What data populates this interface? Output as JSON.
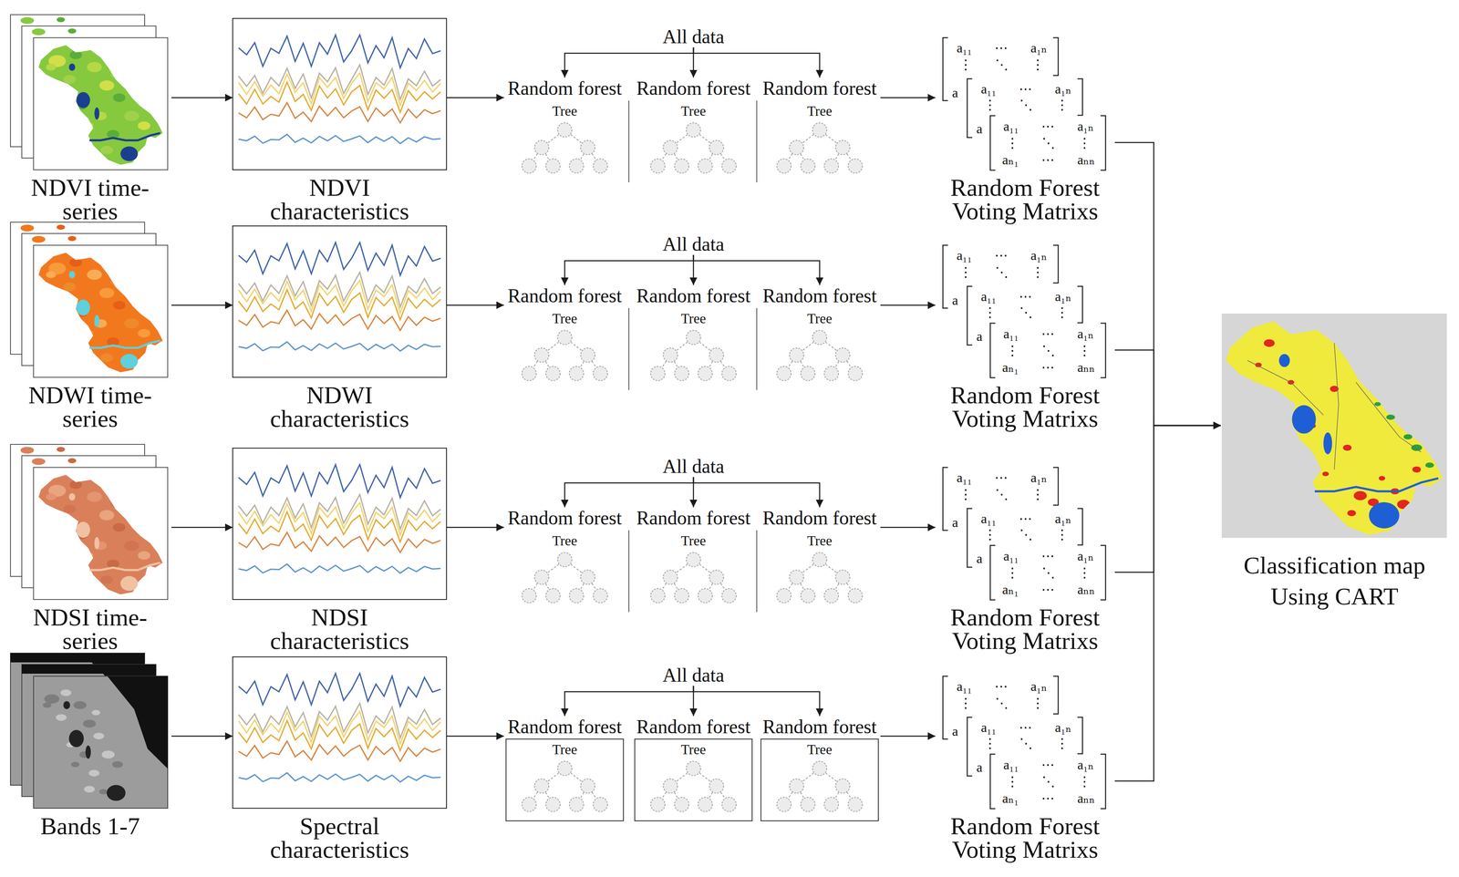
{
  "diagram": {
    "nodes": [
      {
        "text": [
          "NDVI time-series"
        ]
      },
      {
        "text": [
          "NDVI characteristics"
        ]
      },
      {
        "text": [
          "All data"
        ]
      },
      {
        "text": [
          "Random forest",
          "Tree"
        ]
      },
      {
        "text": [
          "Random forest",
          "Tree"
        ]
      },
      {
        "text": [
          "Random forest",
          "Tree"
        ]
      },
      {
        "text": [
          "Random Forest Voting Matrixs"
        ]
      },
      {
        "text": [
          "NDWI time-series"
        ]
      },
      {
        "text": [
          "NDWI characteristics"
        ]
      },
      {
        "text": [
          "All data"
        ]
      },
      {
        "text": [
          "Random forest",
          "Tree"
        ]
      },
      {
        "text": [
          "Random forest",
          "Tree"
        ]
      },
      {
        "text": [
          "Random forest",
          "Tree"
        ]
      },
      {
        "text": [
          "Random Forest Voting Matrixs"
        ]
      },
      {
        "text": [
          "NDSI time-series"
        ]
      },
      {
        "text": [
          "NDSI characteristics"
        ]
      },
      {
        "text": [
          "All data"
        ]
      },
      {
        "text": [
          "Random forest",
          "Tree"
        ]
      },
      {
        "text": [
          "Random forest",
          "Tree"
        ]
      },
      {
        "text": [
          "Random forest",
          "Tree"
        ]
      },
      {
        "text": [
          "Random Forest Voting Matrixs"
        ]
      },
      {
        "text": [
          "Bands 1-7"
        ]
      },
      {
        "text": [
          "Spectral characteristics"
        ]
      },
      {
        "text": [
          "All data"
        ]
      },
      {
        "text": [
          "Random forest",
          "Tree"
        ]
      },
      {
        "text": [
          "Random forest",
          "Tree"
        ]
      },
      {
        "text": [
          "Random forest",
          "Tree"
        ]
      },
      {
        "text": [
          "Random Forest Voting Matrixs"
        ]
      },
      {
        "text": [
          "Classification map Using CART"
        ]
      }
    ],
    "edges": [
      {
        "from": 0,
        "to": 1,
        "arrow": "to"
      },
      {
        "from": 1,
        "to": 3,
        "arrow": "to"
      },
      {
        "from": 2,
        "to": 3,
        "arrow": "to"
      },
      {
        "from": 2,
        "to": 4,
        "arrow": "to"
      },
      {
        "from": 2,
        "to": 5,
        "arrow": "to"
      },
      {
        "from": 5,
        "to": 6,
        "arrow": "to"
      },
      {
        "from": 6,
        "to": 28,
        "arrow": "to"
      },
      {
        "from": 7,
        "to": 8,
        "arrow": "to"
      },
      {
        "from": 8,
        "to": 10,
        "arrow": "to"
      },
      {
        "from": 9,
        "to": 10,
        "arrow": "to"
      },
      {
        "from": 9,
        "to": 11,
        "arrow": "to"
      },
      {
        "from": 9,
        "to": 12,
        "arrow": "to"
      },
      {
        "from": 12,
        "to": 13,
        "arrow": "to"
      },
      {
        "from": 13,
        "to": 28,
        "arrow": "to"
      },
      {
        "from": 14,
        "to": 15,
        "arrow": "to"
      },
      {
        "from": 15,
        "to": 17,
        "arrow": "to"
      },
      {
        "from": 16,
        "to": 17,
        "arrow": "to"
      },
      {
        "from": 16,
        "to": 18,
        "arrow": "to"
      },
      {
        "from": 16,
        "to": 19,
        "arrow": "to"
      },
      {
        "from": 19,
        "to": 20,
        "arrow": "to"
      },
      {
        "from": 20,
        "to": 28,
        "arrow": "to"
      },
      {
        "from": 21,
        "to": 22,
        "arrow": "to"
      },
      {
        "from": 22,
        "to": 24,
        "arrow": "to"
      },
      {
        "from": 23,
        "to": 24,
        "arrow": "to"
      },
      {
        "from": 23,
        "to": 25,
        "arrow": "to"
      },
      {
        "from": 23,
        "to": 26,
        "arrow": "to"
      },
      {
        "from": 26,
        "to": 27,
        "arrow": "to"
      },
      {
        "from": 27,
        "to": 28,
        "arrow": "to"
      }
    ],
    "labels": [
      "a₁₁ ⋯ a₁ₙ",
      "⋮ ⋱ ⋮",
      "a",
      "a₁₁ ⋯ a₁ₙ",
      "⋮ ⋱ ⋮",
      "a",
      "a₁₁ ⋯ a₁ₙ",
      "⋮ ⋱ ⋮",
      "aₙ₁ ⋯ aₙₙ",
      "a₁₁ ⋯ a₁ₙ",
      "⋮ ⋱ ⋮",
      "a",
      "a₁₁ ⋯ a₁ₙ",
      "⋮ ⋱ ⋮",
      "a",
      "a₁₁ ⋯ a₁ₙ",
      "⋮ ⋱ ⋮",
      "aₙ₁ ⋯ aₙₙ",
      "a₁₁ ⋯ a₁ₙ",
      "⋮ ⋱ ⋮",
      "a",
      "a₁₁ ⋯ a₁ₙ",
      "⋮ ⋱ ⋮",
      "a",
      "a₁₁ ⋯ a₁ₙ",
      "⋮ ⋱ ⋮",
      "aₙ₁ ⋯ aₙₙ",
      "a₁₁ ⋯ a₁ₙ",
      "⋮ ⋱ ⋮",
      "a",
      "a₁₁ ⋯ a₁ₙ",
      "⋮ ⋱ ⋮",
      "a",
      "a₁₁ ⋯ a₁ₙ",
      "⋮ ⋱ ⋮",
      "aₙ₁ ⋯ aₙₙ"
    ]
  }
}
